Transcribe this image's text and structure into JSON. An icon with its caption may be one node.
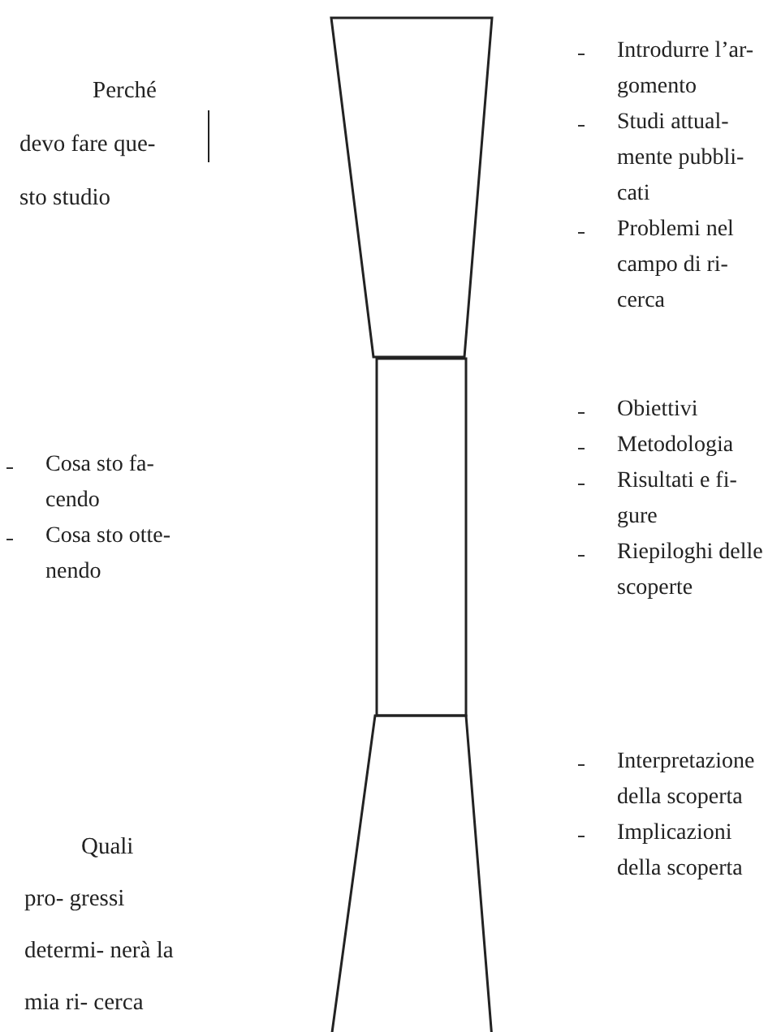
{
  "diagram": {
    "nodes": [
      {
        "text": [],
        "shape": "trapezoid",
        "beside": [
          "Introdurre l’ar- gomento",
          "Studi attual- mente pubbli- cati",
          "Problemi nel campo di ri- cerca"
        ]
      },
      {
        "text": [],
        "shape": "box",
        "beside": [
          "Cosa sto fa- cendo",
          "Cosa sto otte- nendo",
          "Obiettivi",
          "Metodologia",
          "Risultati e fi- gure",
          "Riepiloghi delle scoperte"
        ]
      },
      {
        "text": [],
        "shape": "trapezoid",
        "beside": [
          "Interpretazione della scoperta",
          "Implicazioni della scoperta"
        ]
      }
    ],
    "labels": [
      "Perché devo fare que- sto studio",
      "Quali pro- gressi determi- nerà la mia ri- cerca"
    ]
  }
}
